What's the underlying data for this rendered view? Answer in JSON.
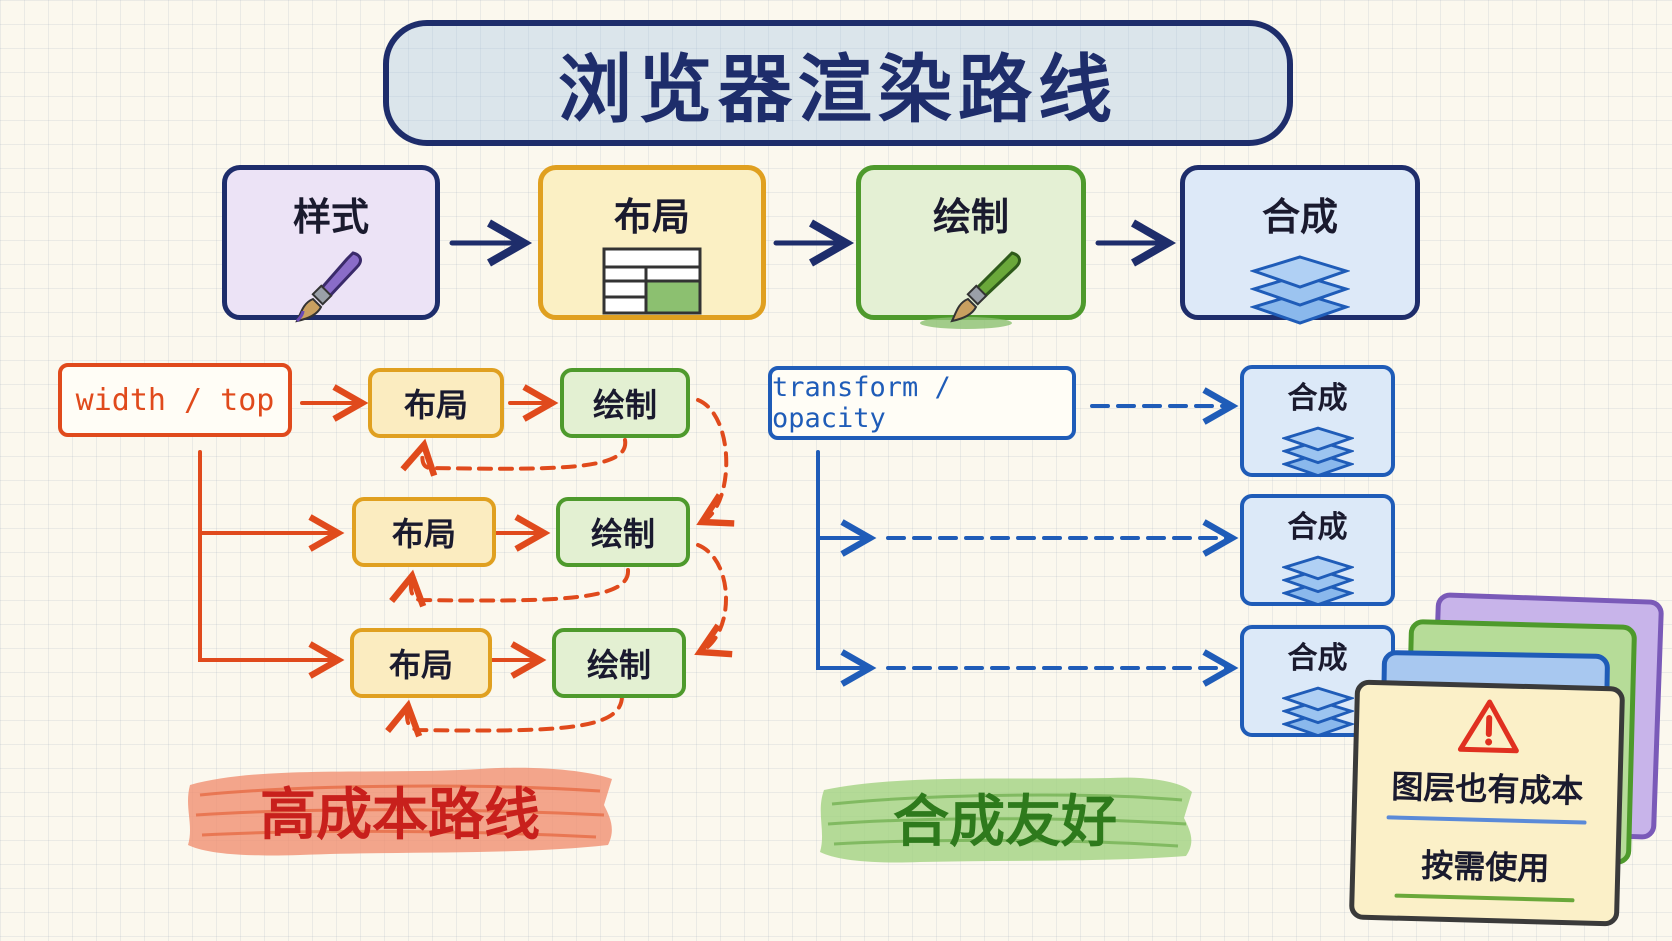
{
  "title": "浏览器渲染路线",
  "pipeline": {
    "stages": [
      {
        "label": "样式",
        "icon": "paintbrush-icon"
      },
      {
        "label": "布局",
        "icon": "layout-grid-icon"
      },
      {
        "label": "绘制",
        "icon": "paintbrush-icon"
      },
      {
        "label": "合成",
        "icon": "layers-icon"
      }
    ]
  },
  "expensive_path": {
    "trigger": "width / top",
    "rows": [
      {
        "layout": "布局",
        "paint": "绘制"
      },
      {
        "layout": "布局",
        "paint": "绘制"
      },
      {
        "layout": "布局",
        "paint": "绘制"
      }
    ],
    "label": "高成本路线"
  },
  "friendly_path": {
    "trigger": "transform / opacity",
    "rows": [
      {
        "composite": "合成"
      },
      {
        "composite": "合成"
      },
      {
        "composite": "合成"
      }
    ],
    "label": "合成友好"
  },
  "note": {
    "icon": "warning-icon",
    "line1": "图层也有成本",
    "line2": "按需使用"
  },
  "colors": {
    "title": "#1e2d6b",
    "style": "#8a6cc8",
    "layout": "#e0a020",
    "paint": "#4e9a2c",
    "composite": "#1f5cb8",
    "expensive": "#e04a1c",
    "warning": "#e03020"
  }
}
